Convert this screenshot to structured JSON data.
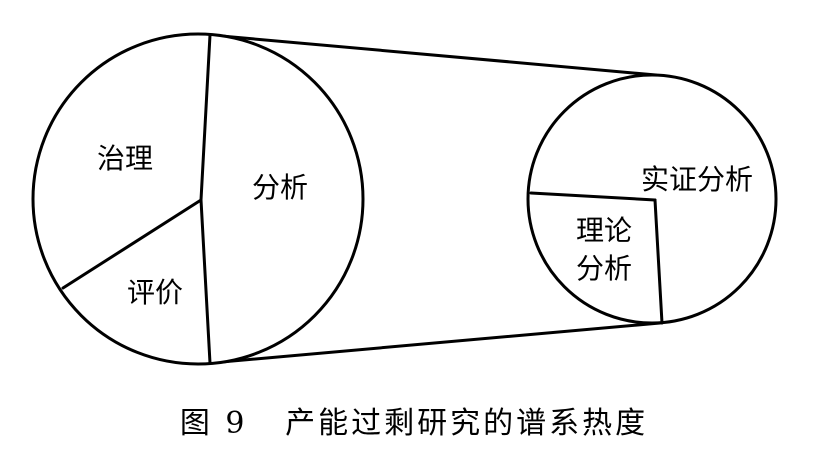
{
  "colors": {
    "stroke": "#000000",
    "fill": "#ffffff",
    "text": "#000000"
  },
  "diagram": {
    "large_pie": {
      "segments": [
        {
          "label": "治理"
        },
        {
          "label": "评价"
        },
        {
          "label": "分析"
        }
      ]
    },
    "small_pie": {
      "segments": [
        {
          "label": "实证分析"
        },
        {
          "label_line1": "理论",
          "label_line2": "分析"
        }
      ]
    }
  },
  "caption": {
    "figure_no": "图 9",
    "title": "产能过剩研究的谱系热度"
  }
}
